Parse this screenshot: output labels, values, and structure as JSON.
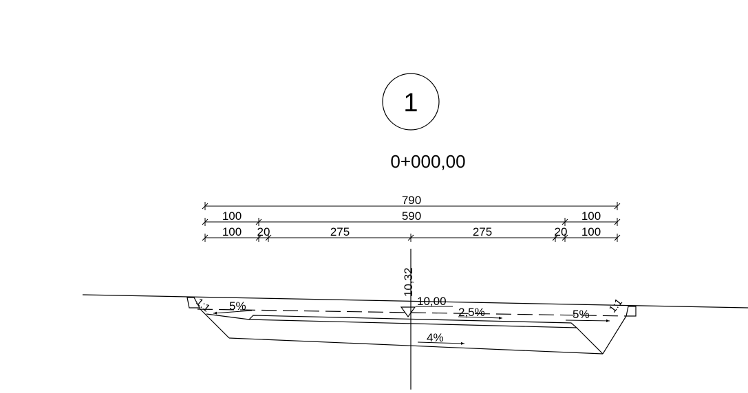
{
  "section": {
    "number": "1",
    "station": "0+000,00"
  },
  "dimensions": {
    "total_width": "790",
    "row2": {
      "left_shoulder": "100",
      "carriageway": "590",
      "right_shoulder": "100"
    },
    "row3": {
      "left_shoulder": "100",
      "left_edge": "20",
      "left_lane": "275",
      "right_lane": "275",
      "right_edge": "20",
      "right_shoulder": "100"
    }
  },
  "levels": {
    "height_difference": "10,32",
    "axis_elevation": "10,00"
  },
  "slopes": {
    "left_embankment": "1:1",
    "right_embankment": "1:1",
    "left_shoulder": "5%",
    "right_lane": "2,5%",
    "right_shoulder": "5%",
    "subgrade": "4%"
  }
}
